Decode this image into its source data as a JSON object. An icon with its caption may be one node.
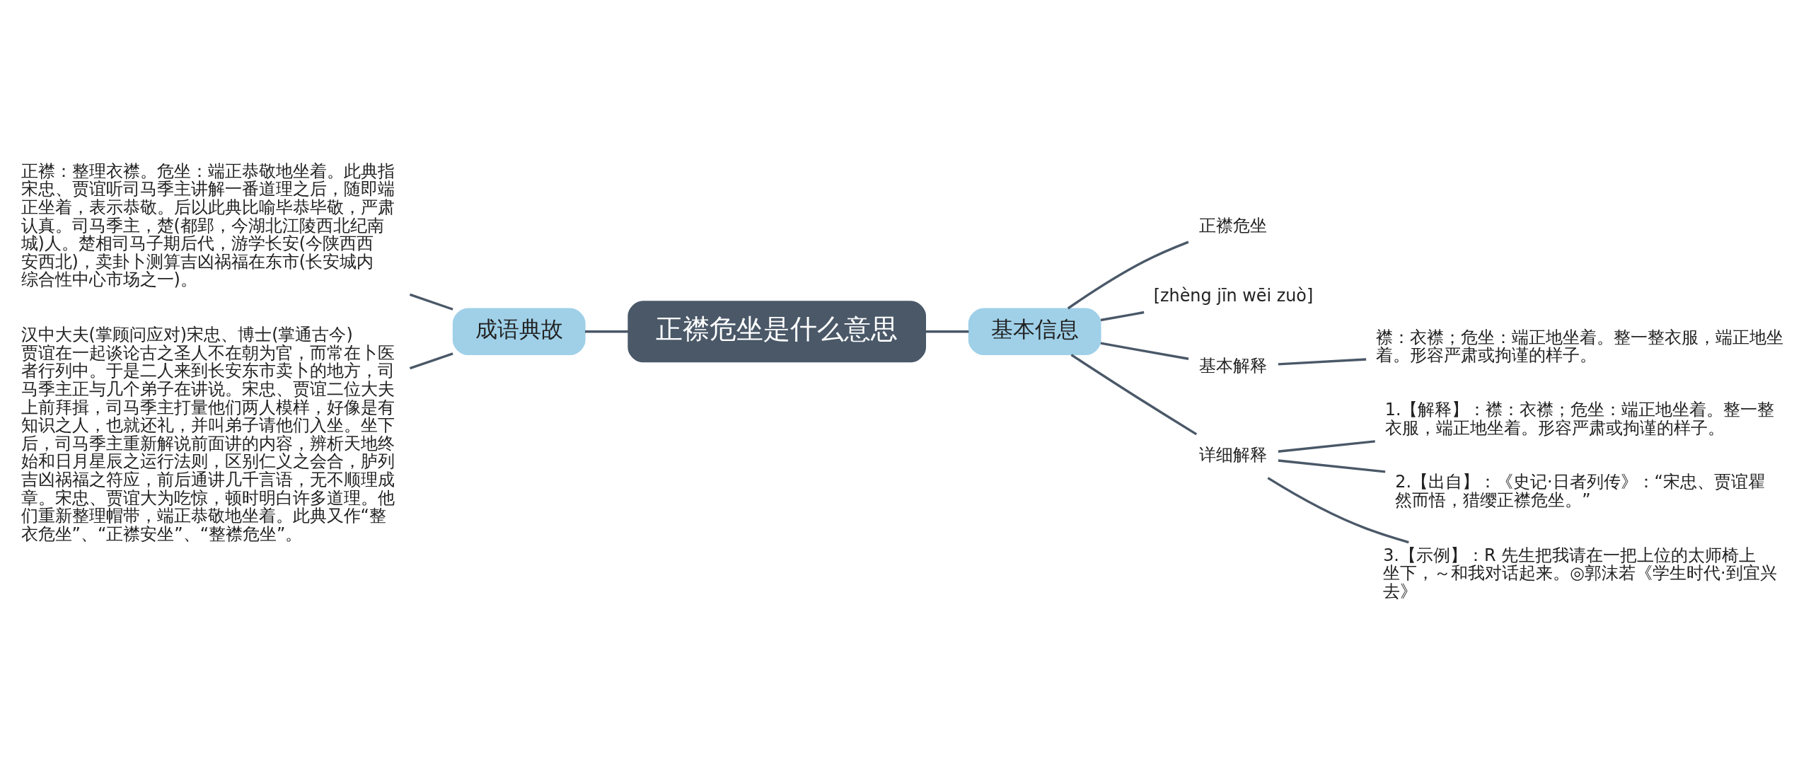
{
  "diagram": {
    "nodes": [
      {
        "text": [
          "正襟危坐是什么意思"
        ]
      },
      {
        "text": [
          "成语典故"
        ]
      },
      {
        "text": [
          "正襟：整理衣襟。危坐：端正恭敬地坐着。此典指宋忠、贾谊听司马季主讲解一番道理之后，随即端正坐着，表示恭敬。后以此典比喻毕恭毕敬，严肃认真。司马季主，楚(都郢，今湖北江陵西北纪南城)人。楚相司马子期后代，游学长安(今陕西西安西北)，卖卦卜测算吉凶祸福在东市(长安城内综合性中心市场之一)。"
        ]
      },
      {
        "text": [
          "汉中大夫(掌顾问应对)宋忠、博士(掌通古今)贾谊在一起谈论古之圣人不在朝为官，而常在卜医者行列中。于是二人来到长安东市卖卜的地方，司马季主正与几个弟子在讲说。宋忠、贾谊二位大夫上前拜揖，司马季主打量他们两人模样，好像是有知识之人，也就还礼，并叫弟子请他们入坐。坐下后，司马季主重新解说前面讲的内容，辨析天地终始和日月星辰之运行法则，区别仁义之会合，胪列吉凶祸福之符应，前后通讲几千言语，无不顺理成章。宋忠、贾谊大为吃惊，顿时明白许多道理。他们重新整理帽带，端正恭敬地坐着。此典又作“整衣危坐”、“正襟安坐”、“整襟危坐”。"
        ]
      },
      {
        "text": [
          "基本信息"
        ]
      },
      {
        "text": [
          "正襟危坐"
        ]
      },
      {
        "text": [
          "[zhèng jīn wēi zuò]"
        ]
      },
      {
        "text": [
          "基本解释"
        ]
      },
      {
        "text": [
          "襟：衣襟；危坐：端正地坐着。整一整衣服，端正地坐着。形容严肃或拘谨的样子。"
        ]
      },
      {
        "text": [
          "详细解释"
        ]
      },
      {
        "text": [
          "1.【解释】：襟：衣襟；危坐：端正地坐着。整一整衣服，端正地坐着。形容严肃或拘谨的样子。"
        ]
      },
      {
        "text": [
          "2.【出自】：《史记·日者列传》：“宋忠、贾谊瞿然而悟，猎缨正襟危坐。”"
        ]
      },
      {
        "text": [
          "3.【示例】：R 先生把我请在一把上位的太师椅上坐下，～和我对话起来。◎郭沫若《学生时代·到宜兴去》"
        ]
      }
    ],
    "edges": [
      {
        "from": 0,
        "to": 1,
        "arrow": "none"
      },
      {
        "from": 1,
        "to": 2,
        "arrow": "none"
      },
      {
        "from": 1,
        "to": 3,
        "arrow": "none"
      },
      {
        "from": 0,
        "to": 4,
        "arrow": "none"
      },
      {
        "from": 4,
        "to": 5,
        "arrow": "none"
      },
      {
        "from": 4,
        "to": 6,
        "arrow": "none"
      },
      {
        "from": 4,
        "to": 7,
        "arrow": "none"
      },
      {
        "from": 7,
        "to": 8,
        "arrow": "none"
      },
      {
        "from": 4,
        "to": 9,
        "arrow": "none"
      },
      {
        "from": 9,
        "to": 10,
        "arrow": "none"
      },
      {
        "from": 9,
        "to": 11,
        "arrow": "none"
      },
      {
        "from": 9,
        "to": 12,
        "arrow": "none"
      }
    ]
  }
}
